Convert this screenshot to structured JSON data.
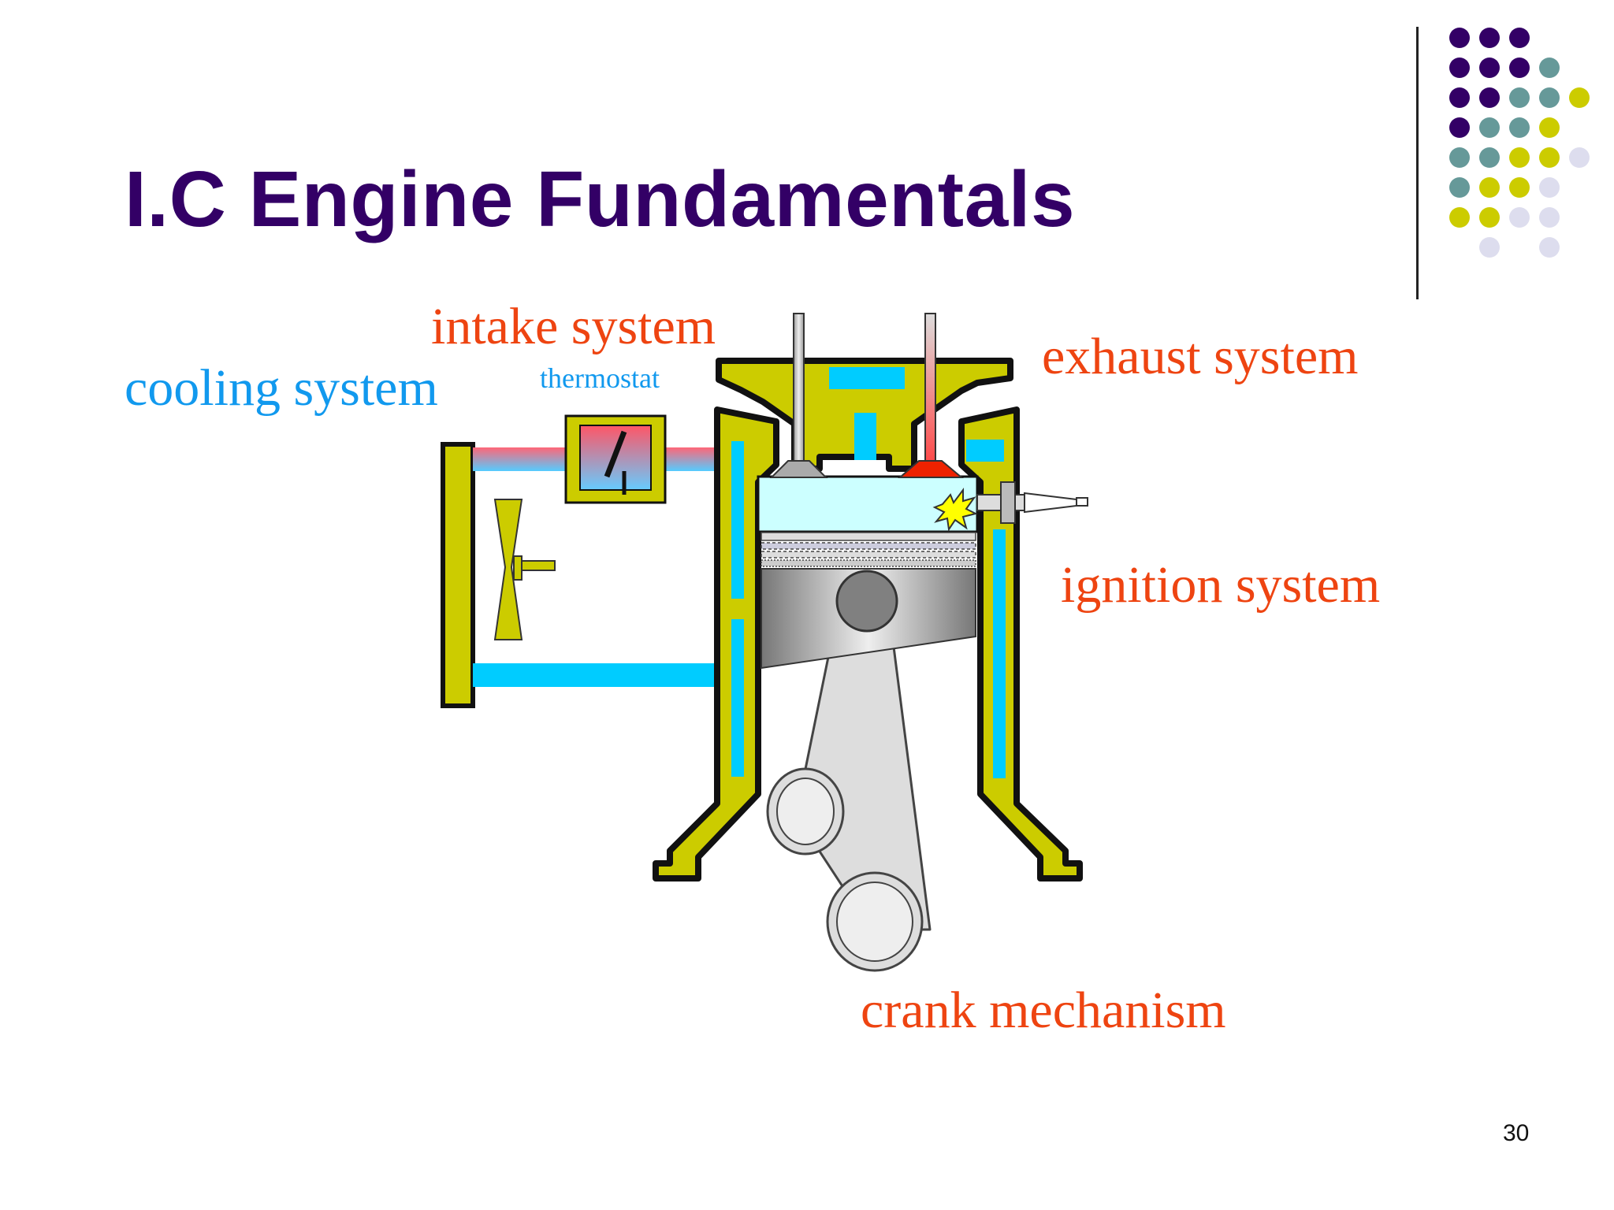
{
  "title": "I.C Engine Fundamentals",
  "labels": {
    "intake": "intake system",
    "cooling": "cooling system",
    "thermostat": "thermostat",
    "exhaust": "exhaust system",
    "ignition": "ignition system",
    "crank": "crank mechanism"
  },
  "page_number": "30",
  "colors": {
    "title": "#330066",
    "label_red": "#ee4411",
    "label_blue": "#1199ee",
    "block_yellow": "#cccc00",
    "coolant_cyan": "#00ccff",
    "chamber": "#ccffff",
    "dot_purple": "#330066",
    "dot_teal": "#669999",
    "dot_olive": "#cccc00",
    "dot_lavender": "#ddddee"
  },
  "decor_dots": [
    [
      "purple",
      "purple",
      "purple",
      "none",
      "none"
    ],
    [
      "purple",
      "purple",
      "purple",
      "teal",
      "none"
    ],
    [
      "purple",
      "purple",
      "teal",
      "teal",
      "olive"
    ],
    [
      "purple",
      "teal",
      "teal",
      "olive",
      "none"
    ],
    [
      "teal",
      "teal",
      "olive",
      "olive",
      "lavender"
    ],
    [
      "teal",
      "olive",
      "olive",
      "lavender",
      "none"
    ],
    [
      "olive",
      "olive",
      "lavender",
      "lavender",
      "none"
    ],
    [
      "none",
      "lavender",
      "none",
      "lavender",
      "none"
    ]
  ]
}
